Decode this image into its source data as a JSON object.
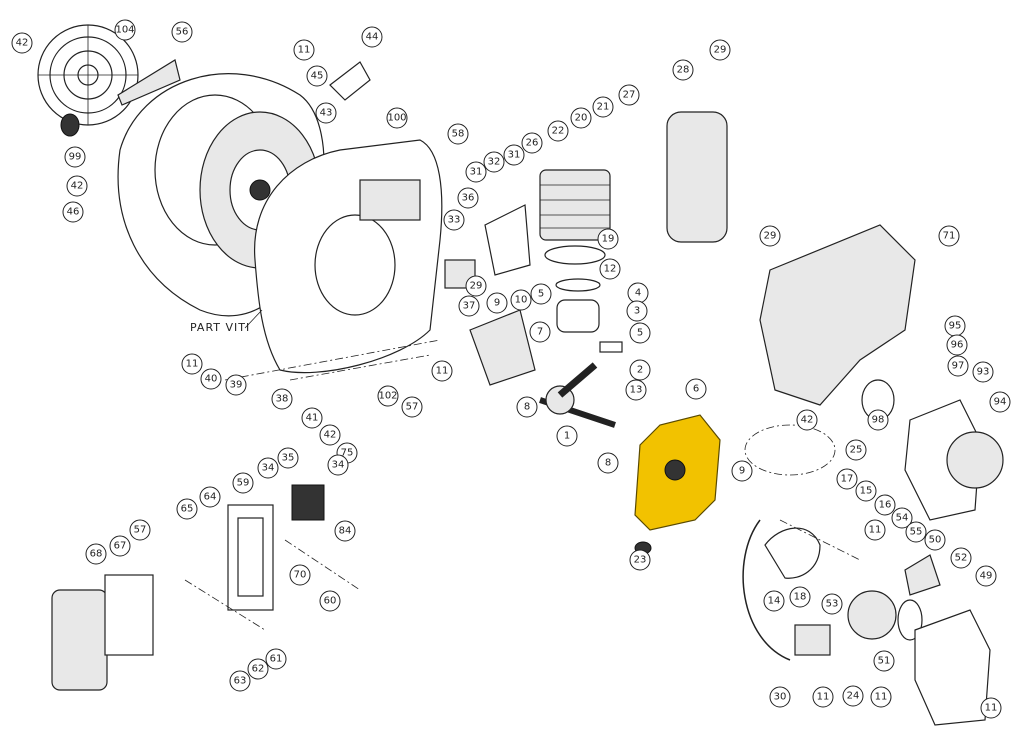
{
  "diagram": {
    "title": "Blower engine exploded parts diagram",
    "highlight_color": "#f2c200",
    "highlighted_part": "6",
    "annotation": "PART VITI",
    "callouts": [
      "42",
      "104",
      "56",
      "11",
      "44",
      "45",
      "29",
      "28",
      "99",
      "42",
      "43",
      "100",
      "58",
      "27",
      "21",
      "20",
      "22",
      "26",
      "46",
      "31",
      "32",
      "31",
      "36",
      "33",
      "29",
      "71",
      "19",
      "12",
      "29",
      "37",
      "9",
      "10",
      "5",
      "4",
      "3",
      "5",
      "7",
      "95",
      "96",
      "97",
      "93",
      "94",
      "11",
      "40",
      "39",
      "38",
      "11",
      "102",
      "57",
      "2",
      "13",
      "8",
      "6",
      "42",
      "98",
      "41",
      "42",
      "75",
      "1",
      "8",
      "25",
      "9",
      "17",
      "15",
      "16",
      "34",
      "35",
      "34",
      "64",
      "59",
      "65",
      "11",
      "54",
      "55",
      "50",
      "57",
      "84",
      "52",
      "67",
      "68",
      "23",
      "70",
      "49",
      "60",
      "53",
      "14",
      "18",
      "51",
      "61",
      "62",
      "63",
      "30",
      "11",
      "24",
      "11",
      "11"
    ]
  }
}
